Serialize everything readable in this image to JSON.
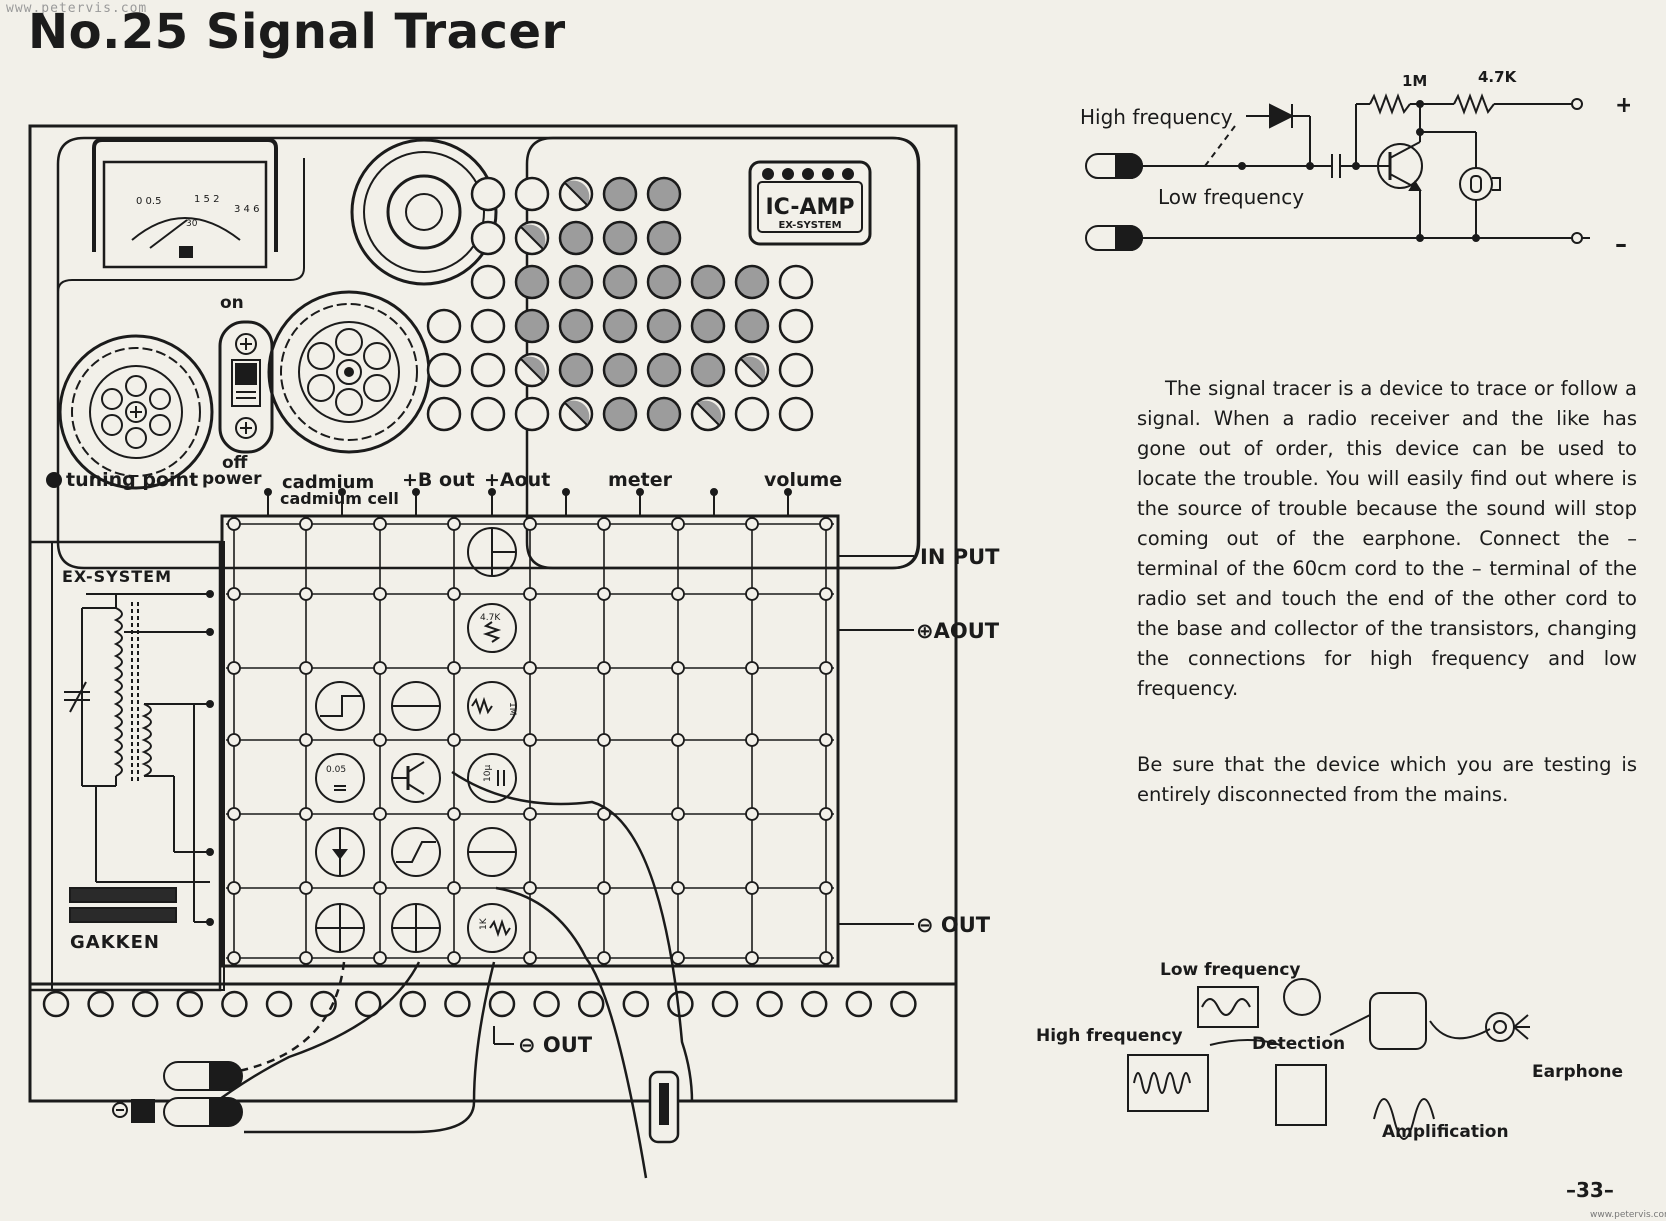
{
  "watermark": "www.petervis.com",
  "title": "No.25 Signal Tracer",
  "schematic": {
    "high_frequency": "High frequency",
    "low_frequency": "Low frequency",
    "r1": "1M",
    "r2": "4.7K",
    "plus": "+",
    "minus": "–"
  },
  "kit": {
    "on": "on",
    "off": "off",
    "power": "power",
    "tuning_point": "tuning point",
    "cadmium_cell": "cadmium cell",
    "b_out": "+B out",
    "a_out_top": "+Aout",
    "meter": "meter",
    "volume": "volume",
    "ex_system": "EX-SYSTEM",
    "gakken": "GAKKEN",
    "ic_amp": "IC-AMP",
    "ic_amp_sub": "EX-SYSTEM",
    "in_put": "IN PUT",
    "a_out_side": "⊕AOUT",
    "out_side": "⊖ OUT",
    "out_bottom": "⊖ OUT",
    "comp_47k": "4.7K",
    "comp_1m": "1M",
    "comp_005": "0.05",
    "comp_10u": "10µ",
    "comp_1k": "1K",
    "meter_scale_top": "1 5 2",
    "meter_scale_num": "30",
    "meter_left": "0 0.5",
    "meter_right": "3 4 6"
  },
  "paragraphs": [
    "The signal tracer is a device to trace or follow a signal. When a radio receiver and the like has gone out of order, this device can be used to locate the trouble. You will easily find out where is the source of trouble because the sound will stop coming out of the earphone. Connect the – terminal of the 60cm cord to the – terminal of the radio set and touch the end of the other cord to the base and collector of the transistors, changing the connections for high frequency and low frequency.",
    "Be sure that the device which you are testing is entirely disconnected from the mains."
  ],
  "flow": {
    "low_frequency": "Low frequency",
    "high_frequency": "High frequency",
    "detection": "Detection",
    "amplification": "Amplification",
    "earphone": "Earphone"
  },
  "page_number": "–33–",
  "credit": "www.petervis.com"
}
